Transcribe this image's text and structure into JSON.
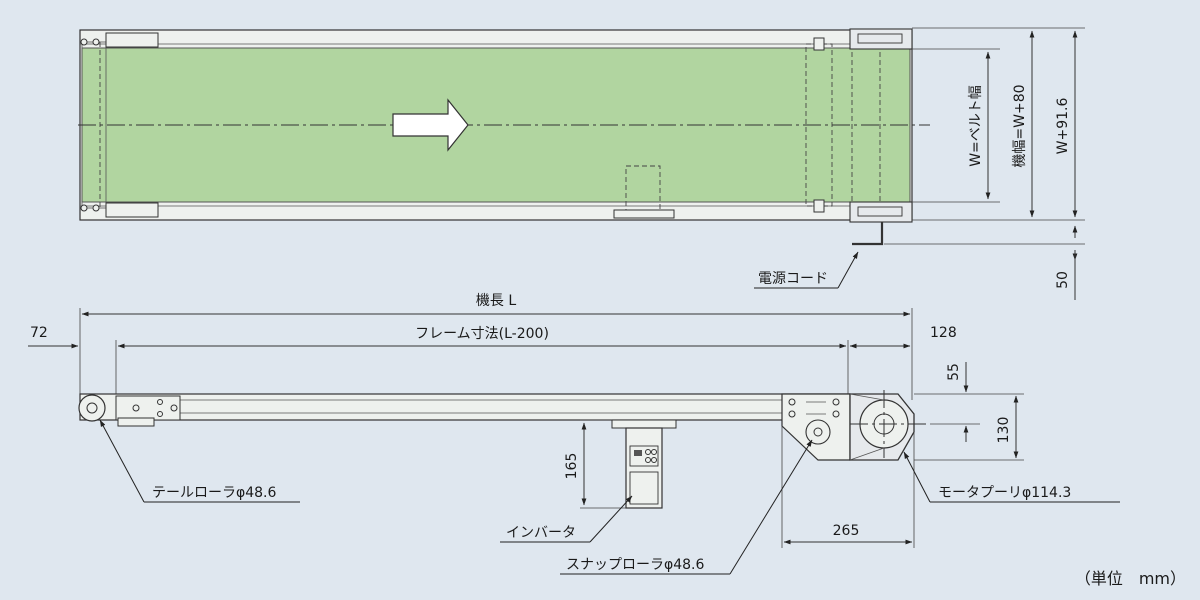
{
  "colors": {
    "background": "#dfe7ef",
    "belt": "#b1d5a0",
    "frame": "#eef1ee",
    "housing": "#e6e9ec",
    "line": "#333333"
  },
  "top_view": {
    "dim_belt_width": "W=ベルト幅",
    "dim_machine_width": "機幅=W+80",
    "dim_overall_width": "W+91.6",
    "dim_cord": "50",
    "label_power_cord": "電源コード"
  },
  "side_view": {
    "dim_machine_length": "機長 L",
    "dim_frame_length": "フレーム寸法(L-200)",
    "dim_tail_offset": "72",
    "dim_head_offset": "128",
    "dim_height_55": "55",
    "dim_height_130": "130",
    "dim_inverter_height": "165",
    "dim_drive_length": "265",
    "label_tail_roller": "テールローラφ48.6",
    "label_motor_pulley": "モータプーリφ114.3",
    "label_inverter": "インバータ",
    "label_snap_roller": "スナップローラφ48.6"
  },
  "unit_note": "（単位　mm）"
}
